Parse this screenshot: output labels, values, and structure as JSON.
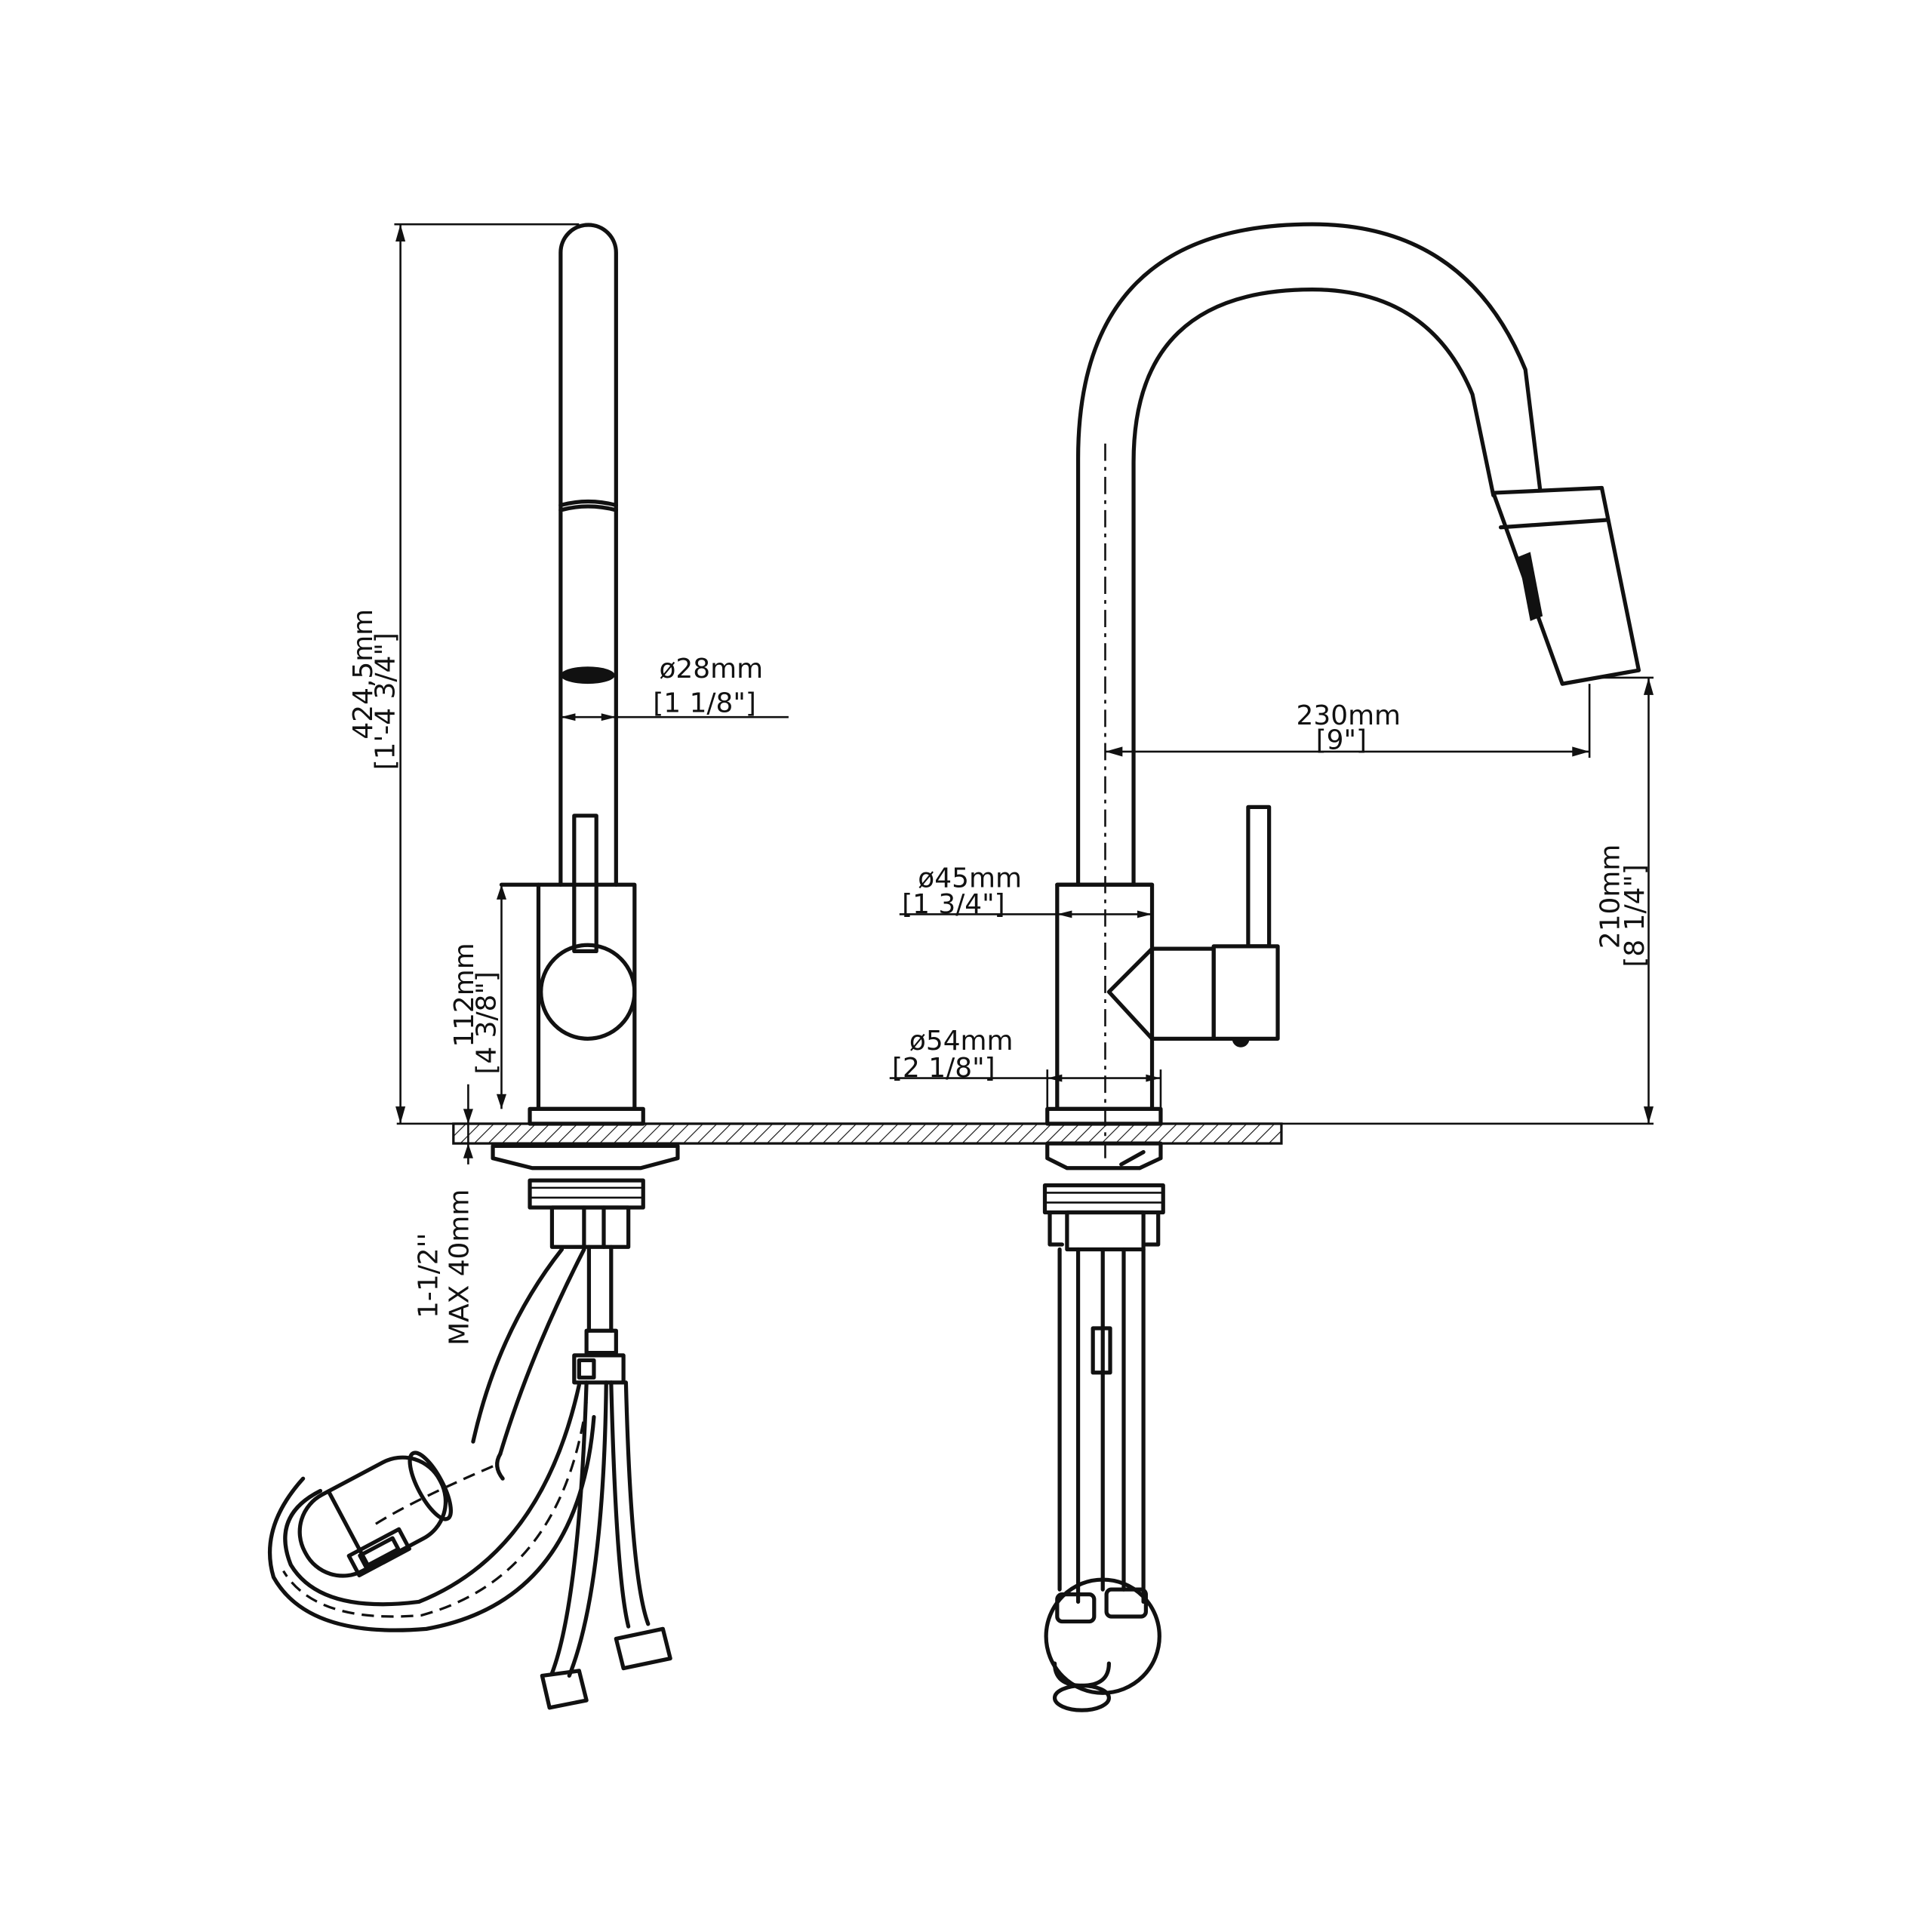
{
  "title": "Pull-down kitchen faucet dimension drawing",
  "colors": {
    "line": "#111111",
    "background": "#ffffff"
  },
  "side_view": {
    "overall_height": {
      "metric": "424,5mm",
      "imperial": "[1'-4 3/4\"]"
    },
    "spout_diameter": {
      "metric": "ø28mm",
      "imperial": "[1 1/8\"]"
    },
    "body_height": {
      "metric": "112mm",
      "imperial": "[4 3/8\"]"
    },
    "max_deck_thickness": {
      "imperial": "1-1/2''",
      "metric": "MAX 40mm"
    }
  },
  "front_view": {
    "reach": {
      "metric": "230mm",
      "imperial": "[9\"]"
    },
    "spout_height": {
      "metric": "210mm",
      "imperial": "[8 1/4\"]"
    },
    "body_diameter": {
      "metric": "ø45mm",
      "imperial": "[1 3/4\"]"
    },
    "base_diameter": {
      "metric": "ø54mm",
      "imperial": "[2 1/8\"]"
    }
  }
}
